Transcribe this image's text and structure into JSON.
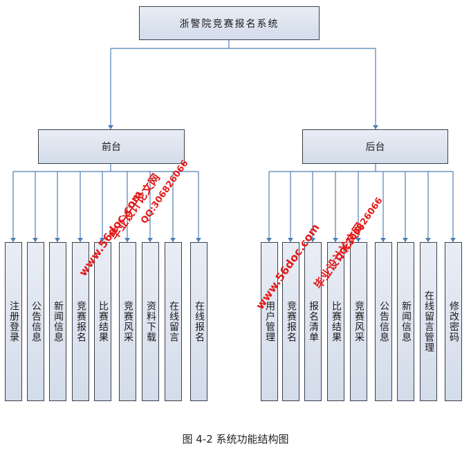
{
  "root": {
    "label": "浙警院竞赛报名系统"
  },
  "front": {
    "label": "前台",
    "children": [
      "注册登录",
      "公告信息",
      "新闻信息",
      "竞赛报名",
      "比赛结果",
      "竞赛风采",
      "资料下载",
      "在线留言",
      "在线报名"
    ]
  },
  "back": {
    "label": "后台",
    "children": [
      "用户管理",
      "竞赛报名",
      "报名清单",
      "比赛结果",
      "竞赛风采",
      "公告信息",
      "新闻信息",
      "在线留言管理",
      "修改密码"
    ]
  },
  "caption": "图 4-2 系统功能结构图",
  "watermark": {
    "site_cn": "毕业设计论文网",
    "site_url": "www.56doc.com",
    "qq": "QQ:306826066"
  },
  "colors": {
    "line": "#4f7fb5",
    "box_border": "#3a3f4a",
    "box_fill_top": "#e9edf5",
    "box_fill_bottom": "#d3dcea",
    "watermark": "#e31b1b"
  }
}
